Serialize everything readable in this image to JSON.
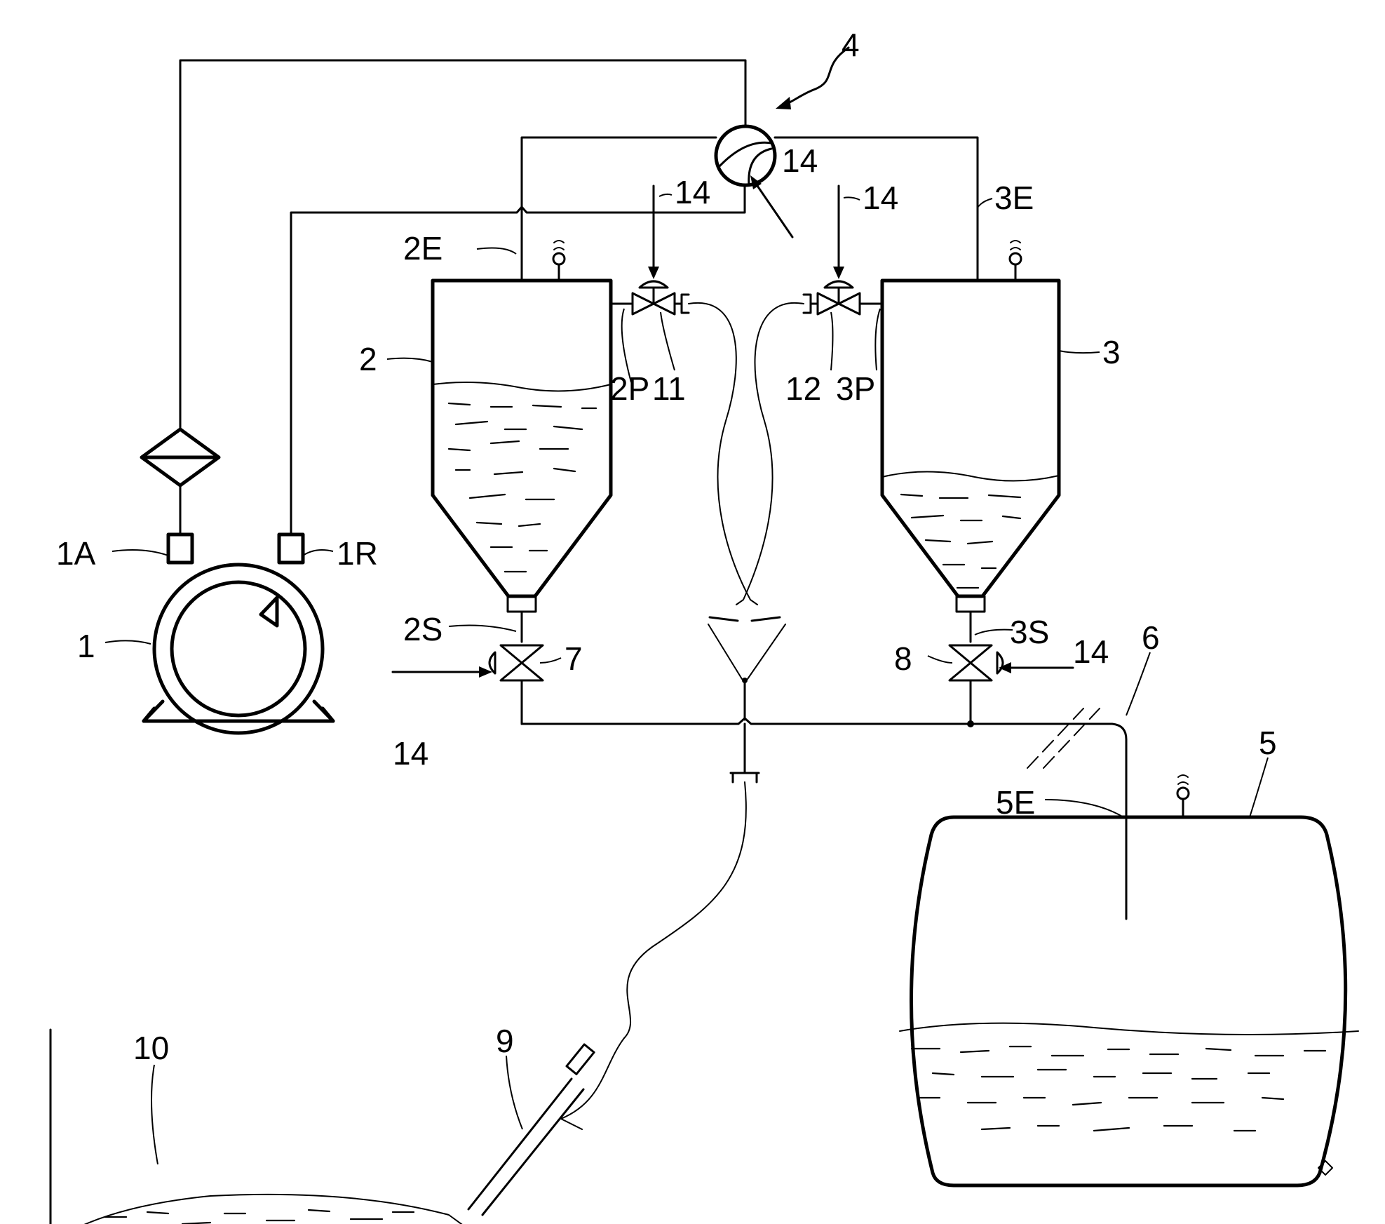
{
  "labels": {
    "l_1": "1",
    "l_1A": "1A",
    "l_1R": "1R",
    "l_2": "2",
    "l_2E": "2E",
    "l_2P": "2P",
    "l_2S": "2S",
    "l_3": "3",
    "l_3E": "3E",
    "l_3P": "3P",
    "l_3S": "3S",
    "l_4": "4",
    "l_5": "5",
    "l_5E": "5E",
    "l_6": "6",
    "l_7": "7",
    "l_8": "8",
    "l_9": "9",
    "l_10": "10",
    "l_11": "11",
    "l_12": "12",
    "l_14a": "14",
    "l_14b": "14",
    "l_14c": "14",
    "l_14d": "14",
    "l_14e": "14"
  }
}
